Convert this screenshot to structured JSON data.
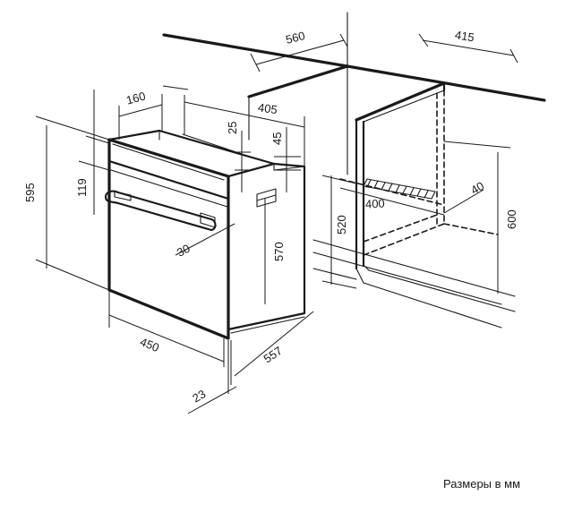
{
  "caption": "Размеры в мм",
  "dimensions": {
    "cab_width": "560",
    "cab_depth": "415",
    "oven_side_depth": "160",
    "oven_body_width": "405",
    "panel_height": "25",
    "vent_height": "45",
    "oven_height": "595",
    "handle_offset": "119",
    "handle_depth": "30",
    "body_height": "570",
    "niche_height": "520",
    "cutout_depth": "400",
    "cutout_width": "40",
    "cab_height": "600",
    "front_width": "450",
    "total_depth": "557",
    "front_thickness": "23"
  }
}
